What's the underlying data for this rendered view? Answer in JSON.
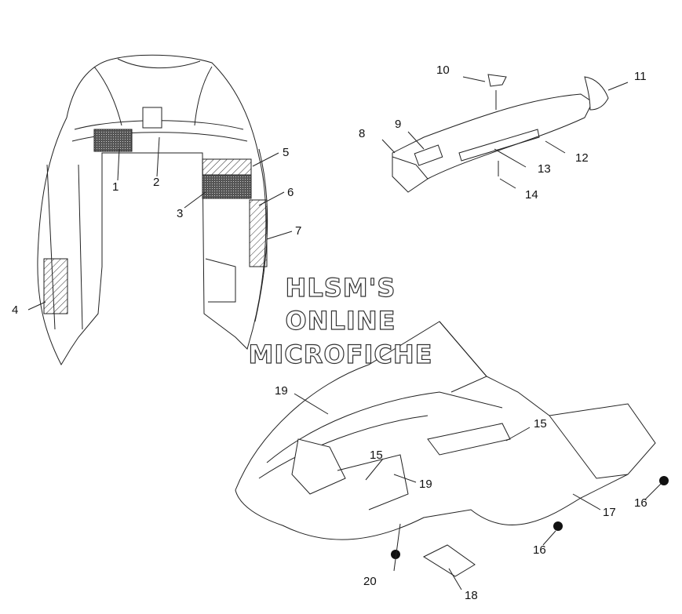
{
  "watermark": {
    "line1": "HLSM'S",
    "line2": "ONLINE",
    "line3": "MICROFICHE"
  },
  "callouts": [
    "1",
    "2",
    "3",
    "4",
    "5",
    "6",
    "7",
    "8",
    "9",
    "10",
    "11",
    "12",
    "13",
    "14",
    "15",
    "15",
    "16",
    "16",
    "17",
    "18",
    "19",
    "19",
    "20"
  ]
}
